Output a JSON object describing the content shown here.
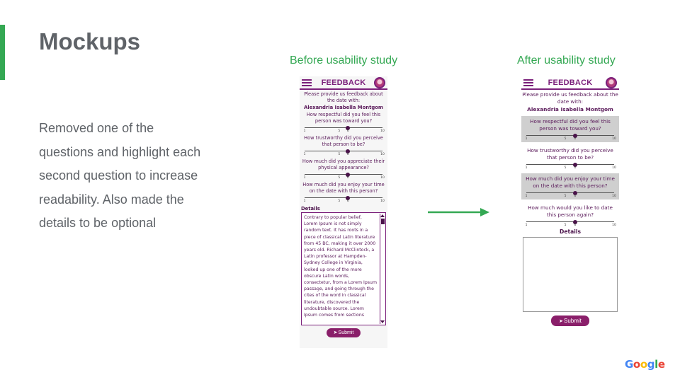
{
  "slide": {
    "title": "Mockups",
    "body": "Removed one of the questions and highlight each second question to increase readability. Also made the details to be optional",
    "logo_text": "Google",
    "accent_color": "#34a853"
  },
  "before": {
    "caption": "Before usability study",
    "header_title": "FEEDBACK",
    "intro": "Please provide us feedback about the date with:",
    "person_name": "Alexandria Isabella Montgom",
    "questions": [
      {
        "text": "How respectful did you feel this person was toward you?",
        "value": 6
      },
      {
        "text": "How trustworthy did you perceive that person to be?",
        "value": 6
      },
      {
        "text": "How much did you appreciate their physical appearance?",
        "value": 6
      },
      {
        "text": "How much did you enjoy your time on the date with this person?",
        "value": 6
      }
    ],
    "scale": {
      "min": "1",
      "mid": "5",
      "sel": "6",
      "max": "10"
    },
    "details_label": "Details",
    "details_text": "Contrary to popular belief, Lorem Ipsum is not simply random text. It has roots in a piece of classical Latin literature from 45 BC, making it over 2000 years old. Richard McClintock, a Latin professor at Hampden-Sydney College in Virginia, looked up one of the more obscure Latin words, consectetur, from a Lorem Ipsum passage, and going through the cites of the word in classical literature, discovered the undoubtable source. Lorem Ipsum comes from sections",
    "submit_label": "Submit"
  },
  "after": {
    "caption": "After usability study",
    "header_title": "FEEDBACK",
    "intro": "Please provide us feedback about the date with:",
    "person_name": "Alexandria Isabella Montgom",
    "questions": [
      {
        "text": "How respectful did you feel this person was toward you?",
        "value": 6,
        "highlighted": true
      },
      {
        "text": "How trustworthy did you perceive that person to be?",
        "value": 6,
        "highlighted": false
      },
      {
        "text": "How much did you enjoy your time on the date with this person?",
        "value": 6,
        "highlighted": true
      },
      {
        "text": "How much would you like to date this person again?",
        "value": 6,
        "highlighted": false
      }
    ],
    "scale": {
      "min": "1",
      "mid": "5",
      "sel": "6",
      "max": "10"
    },
    "details_label": "Details",
    "details_text": "",
    "submit_label": "Submit"
  }
}
